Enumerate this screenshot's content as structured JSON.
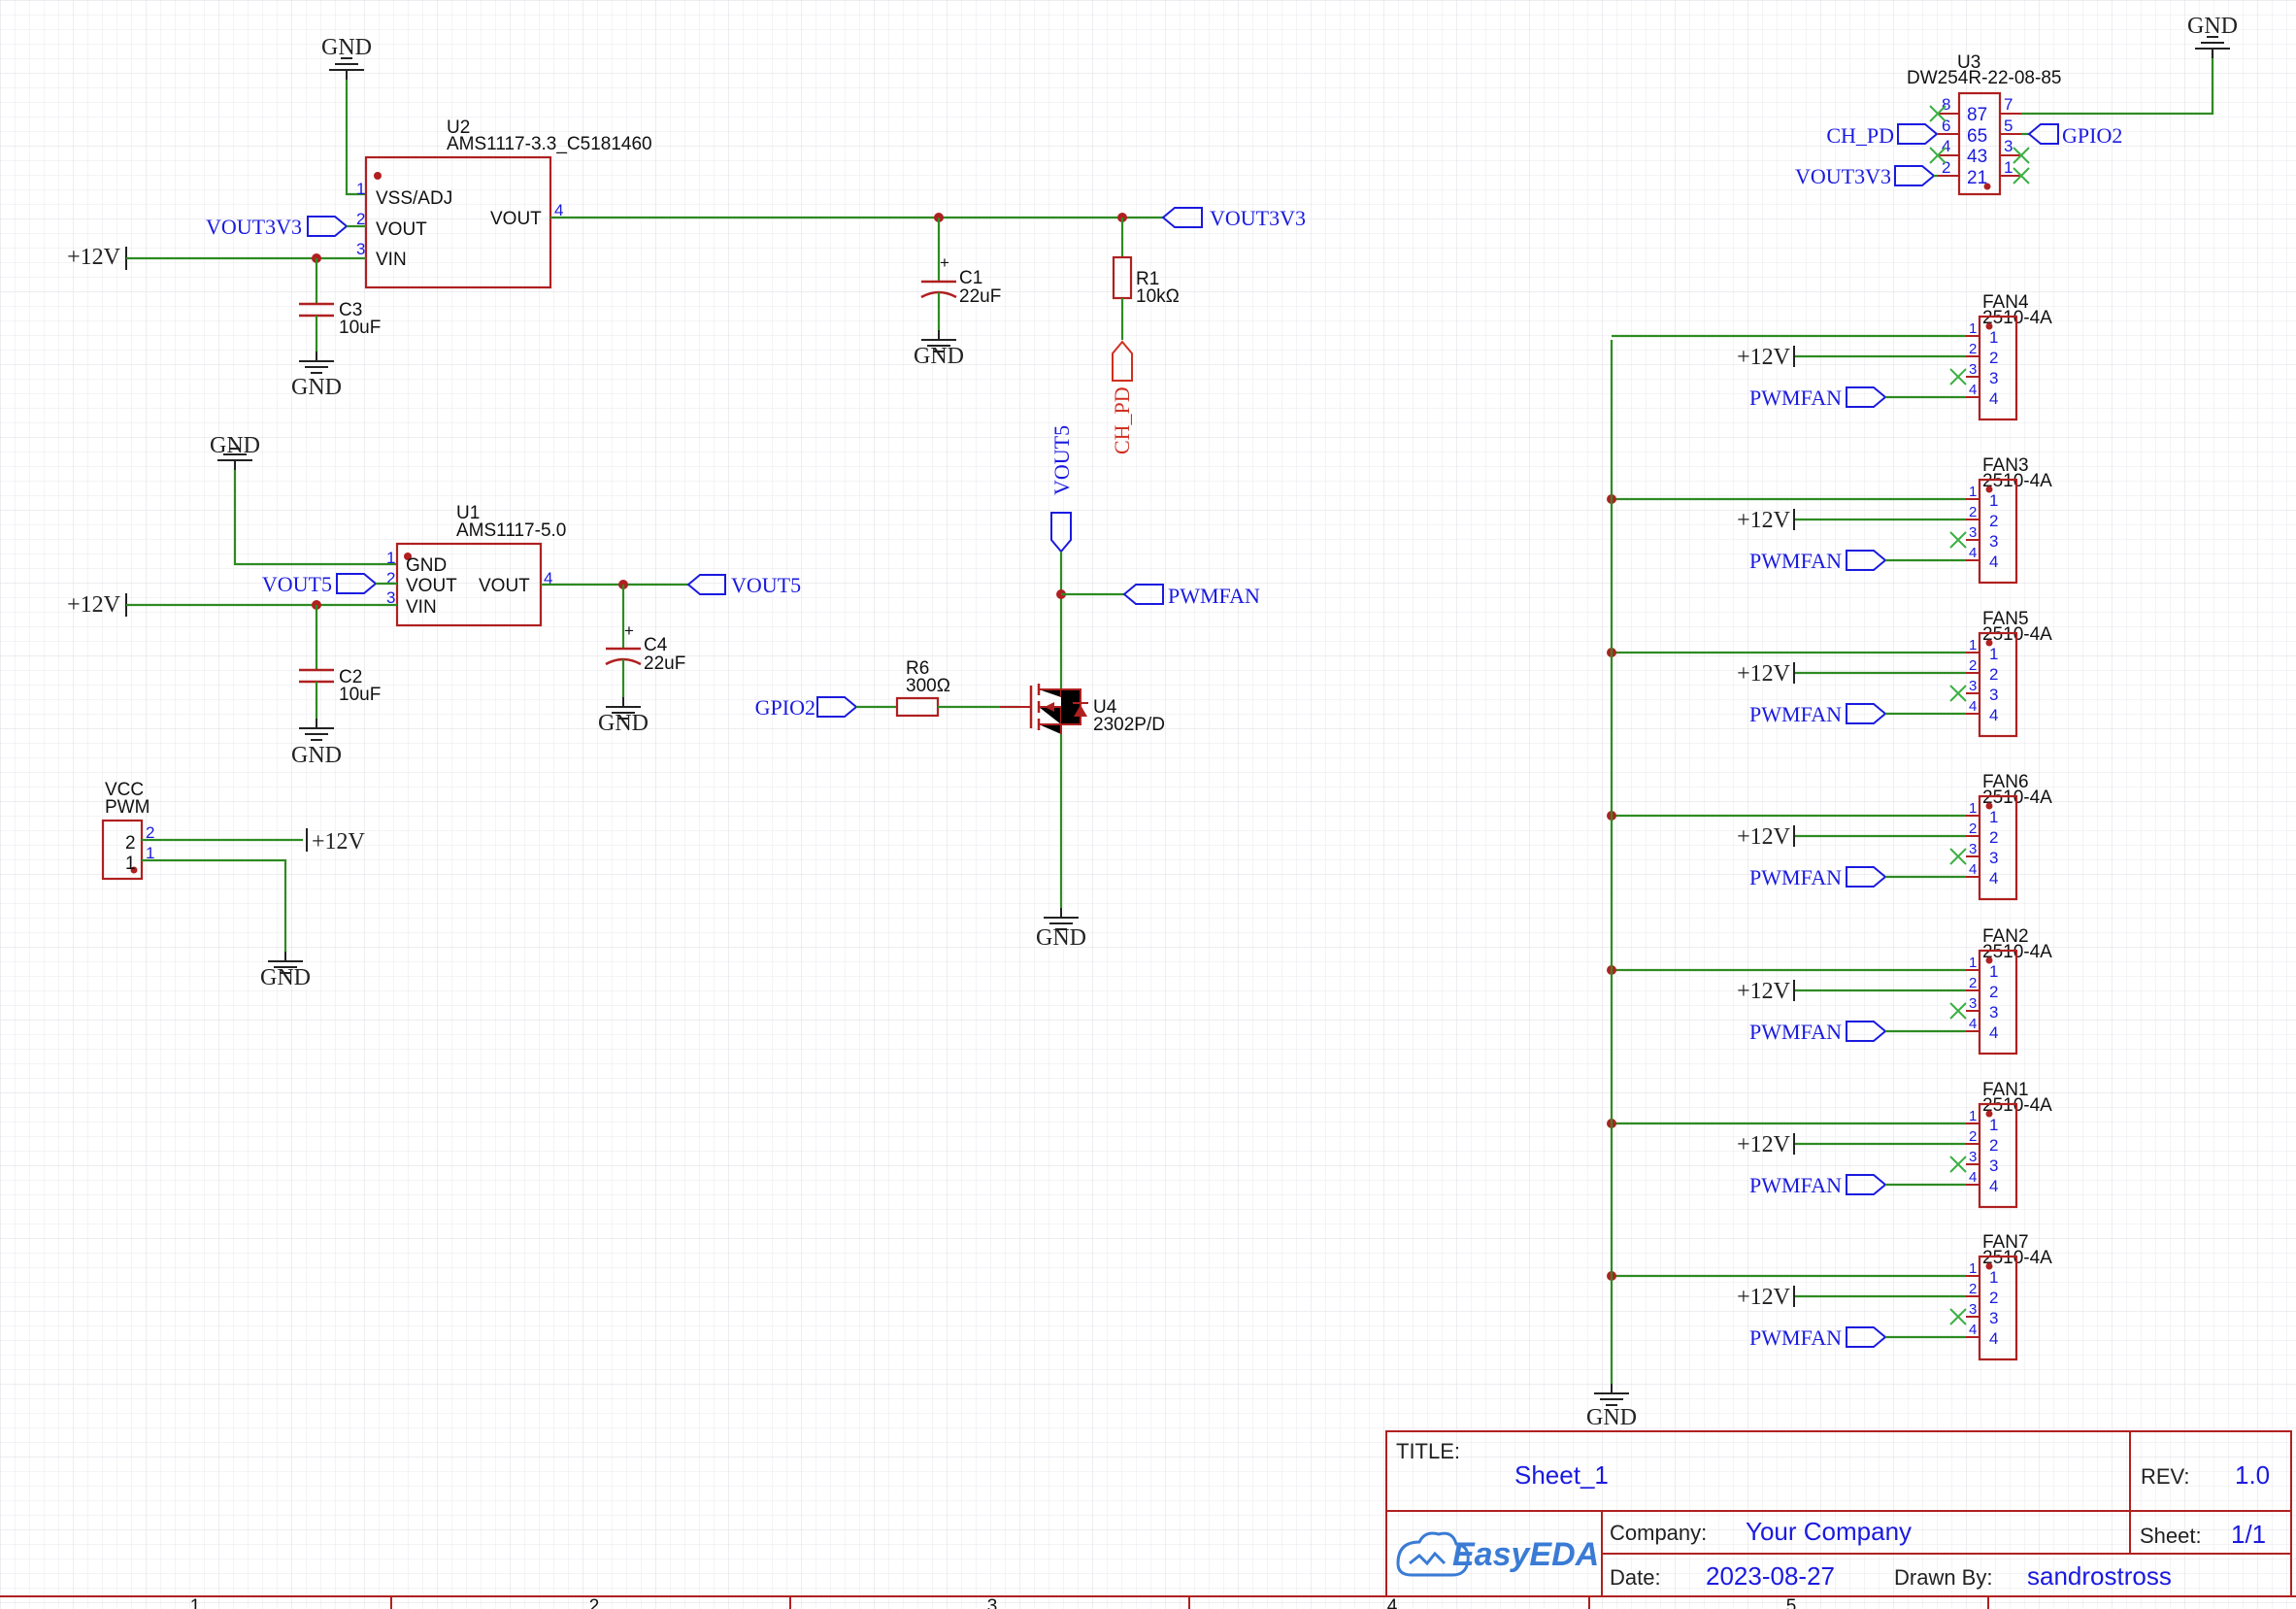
{
  "power": {
    "gnd": "GND",
    "v12": "+12V"
  },
  "nets": {
    "vout3v3": "VOUT3V3",
    "vout5": "VOUT5",
    "pwmfan": "PWMFAN",
    "gpio2": "GPIO2",
    "ch_pd": "CH_PD"
  },
  "u2": {
    "designator": "U2",
    "value": "AMS1117-3.3_C5181460",
    "pins": {
      "p1": "VSS/ADJ",
      "p2": "VOUT",
      "p3": "VIN",
      "p4": "VOUT"
    },
    "nums": [
      "1",
      "2",
      "3",
      "4"
    ]
  },
  "u1": {
    "designator": "U1",
    "value": "AMS1117-5.0",
    "pins": {
      "p1": "GND",
      "p2": "VOUT",
      "p3": "VIN",
      "p4": "VOUT"
    },
    "nums": [
      "1",
      "2",
      "3",
      "4"
    ]
  },
  "c1": {
    "designator": "C1",
    "value": "22uF"
  },
  "c2": {
    "designator": "C2",
    "value": "10uF"
  },
  "c3": {
    "designator": "C3",
    "value": "10uF"
  },
  "c4": {
    "designator": "C4",
    "value": "22uF"
  },
  "r1": {
    "designator": "R1",
    "value": "10kΩ"
  },
  "r6": {
    "designator": "R6",
    "value": "300Ω"
  },
  "u4": {
    "designator": "U4",
    "value": "2302P/D"
  },
  "pwm_conn": {
    "designator": "VCC",
    "value": "PWM",
    "nums": [
      "2",
      "1"
    ],
    "inner": [
      "2",
      "1"
    ]
  },
  "u3": {
    "designator": "U3",
    "value": "DW254R-22-08-85",
    "left": [
      "8",
      "6",
      "4",
      "2"
    ],
    "right": [
      "7",
      "5",
      "3",
      "1"
    ],
    "inner": [
      "87",
      "65",
      "43",
      "21"
    ]
  },
  "fans": [
    {
      "designator": "FAN4",
      "value": "2510-4A"
    },
    {
      "designator": "FAN3",
      "value": "2510-4A"
    },
    {
      "designator": "FAN5",
      "value": "2510-4A"
    },
    {
      "designator": "FAN6",
      "value": "2510-4A"
    },
    {
      "designator": "FAN2",
      "value": "2510-4A"
    },
    {
      "designator": "FAN1",
      "value": "2510-4A"
    },
    {
      "designator": "FAN7",
      "value": "2510-4A"
    }
  ],
  "fan_pins": [
    "1",
    "2",
    "3",
    "4"
  ],
  "title_block": {
    "title_label": "TITLE:",
    "title": "Sheet_1",
    "rev_label": "REV:",
    "rev": "1.0",
    "company_label": "Company:",
    "company": "Your Company",
    "sheet_label": "Sheet:",
    "sheet": "1/1",
    "date_label": "Date:",
    "date": "2023-08-27",
    "drawn_label": "Drawn By:",
    "drawn": "sandrostross",
    "logo": "EasyEDA"
  },
  "grid_columns": [
    "1",
    "2",
    "3",
    "4",
    "5"
  ]
}
